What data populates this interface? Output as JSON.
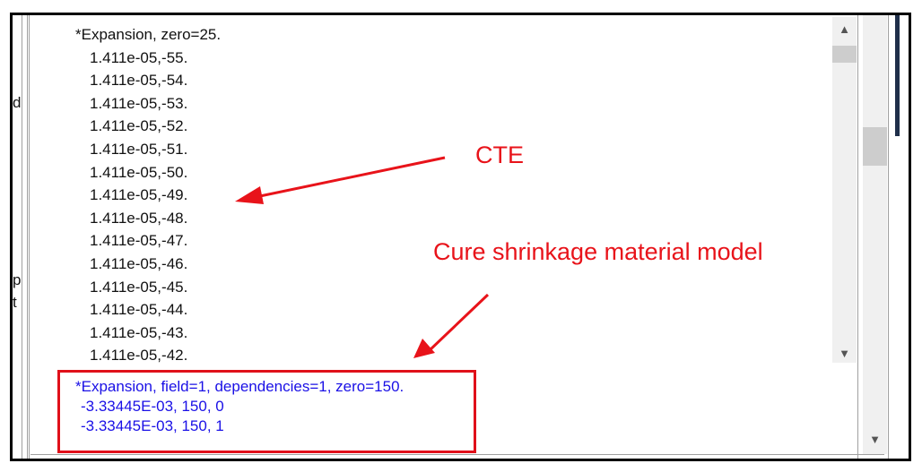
{
  "editor": {
    "header": "*Expansion, zero=25.",
    "lines": [
      "1.411e-05,-55.",
      "1.411e-05,-54.",
      "1.411e-05,-53.",
      "1.411e-05,-52.",
      "1.411e-05,-51.",
      "1.411e-05,-50.",
      "1.411e-05,-49.",
      "1.411e-05,-48.",
      "1.411e-05,-47.",
      "1.411e-05,-46.",
      "1.411e-05,-45.",
      "1.411e-05,-44.",
      "1.411e-05,-43.",
      "1.411e-05,-42."
    ]
  },
  "highlighted_block": {
    "header": "*Expansion, field=1, dependencies=1, zero=150.",
    "lines": [
      "-3.33445E-03, 150, 0",
      "-3.33445E-03, 150, 1"
    ]
  },
  "annotations": {
    "cte": "CTE",
    "cure": "Cure shrinkage material model"
  },
  "left_cutoff_chars": [
    "d",
    "p",
    "t"
  ],
  "scroll": {
    "up_icon": "chevron-up",
    "down_icon": "chevron-down"
  },
  "colors": {
    "annotation_red": "#e8131a",
    "keyword_blue": "#1a10e6"
  }
}
